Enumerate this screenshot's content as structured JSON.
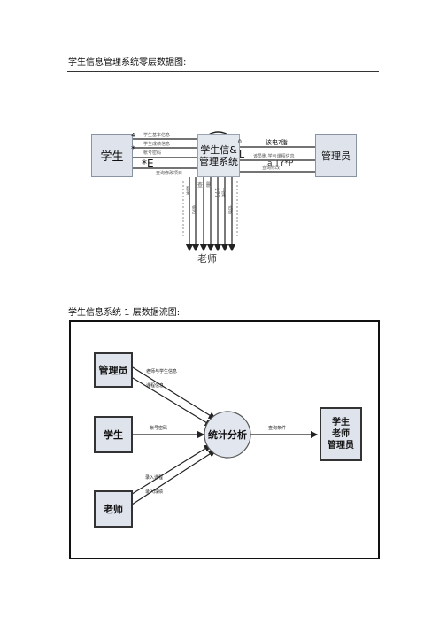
{
  "context_diagram": {
    "heading": "学生信息管理系统零层数据图:",
    "entity_student": "学生",
    "process": [
      "学生信&",
      "管理系统"
    ],
    "entity_admin": "管理员",
    "entity_teacher": "老师",
    "left_flows": [
      "学生基本信息",
      "学生成绩信息",
      "帐号密码"
    ],
    "left_marks": [
      "4",
      "*",
      "*E"
    ],
    "left_bottom_flow": "查询修改项目",
    "right_flows": [
      "该电?脂",
      "该员删,学与课程信息",
      "查询修改"
    ],
    "right_marks": [
      "0",
      "L",
      "a TY*P"
    ],
    "bottom_flows": [
      "登录",
      "查",
      "删",
      "177",
      "上课",
      "成绩",
      "修改"
    ]
  },
  "level1_diagram": {
    "heading": "学生信息系统 1 层数据流图:",
    "admin": "管理员",
    "student": "学生",
    "teacher": "老师",
    "process": "统计分析",
    "sink": [
      "学生",
      "老师",
      "管理员"
    ],
    "admin_flows": [
      "老师与学生信息",
      "课程信息"
    ],
    "student_flow": "帐号密码",
    "teacher_flows": [
      "录入课程",
      "录入成绩"
    ],
    "output_flow": "查询条件"
  }
}
